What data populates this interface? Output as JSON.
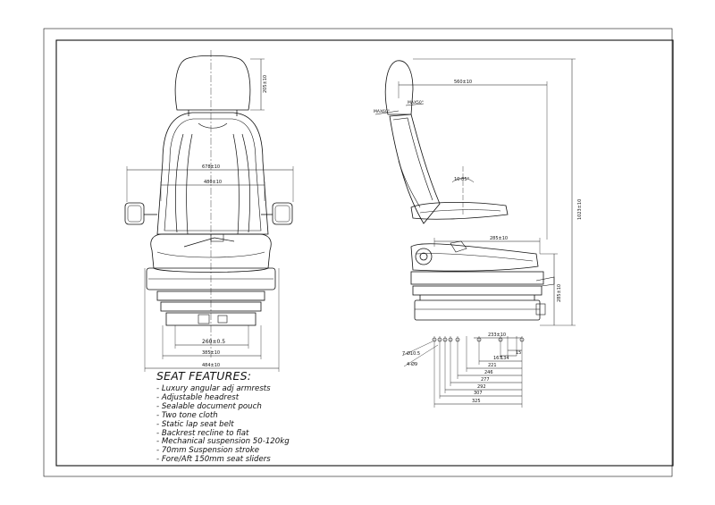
{
  "features": {
    "title": "SEAT FEATURES:",
    "items": [
      "- Luxury angular adj armrests",
      "- Adjustable headrest",
      "- Sealable document pouch",
      "- Two tone cloth",
      "- Static lap seat belt",
      "- Backrest recline to flat",
      "- Mechanical suspension 50-120kg",
      "- 70mm Suspension stroke",
      "- Fore/Aft 150mm seat sliders"
    ]
  },
  "front_view": {
    "headrest_height": "205±10",
    "overall_width_armrests": "678±10",
    "backrest_width": "480±10",
    "rail_spacing": "260±0.5",
    "base_width": "385±10",
    "overall_width": "484±10"
  },
  "side_view": {
    "overall_depth": "560±10",
    "headrest_angle_a": "MAX60°",
    "headrest_angle_b": "MAX50°",
    "recline_angle": "10-85°",
    "seat_depth": "285±10",
    "overall_height": "1023±10",
    "base_height": "285±10",
    "rail_dim": "233±10",
    "dim_134": "134",
    "dim_15": "15",
    "dim_167": "167",
    "dim_221": "221",
    "dim_246": "246",
    "dim_277": "277",
    "dim_292": "292",
    "dim_307": "307",
    "dim_325": "325",
    "hole_a": "7-Ø10.5",
    "hole_b": "4-Ø9"
  }
}
